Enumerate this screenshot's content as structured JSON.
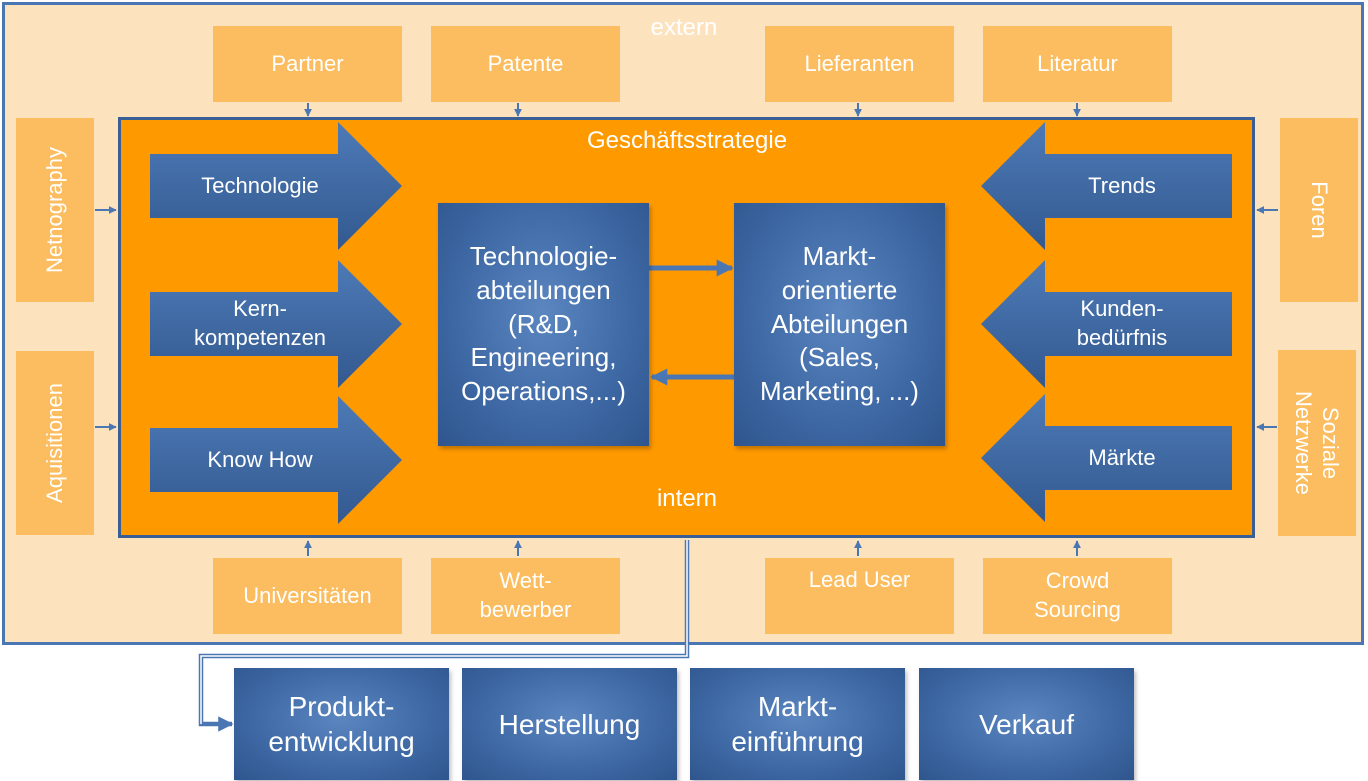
{
  "extern_label": "extern",
  "intern_label": "intern",
  "strategy_label": "Geschäftsstrategie",
  "top_sources": [
    "Partner",
    "Patente",
    "Lieferanten",
    "Literatur"
  ],
  "bottom_sources": [
    [
      "Universitäten"
    ],
    [
      "Wett-",
      "bewerber"
    ],
    [
      "Lead User"
    ],
    [
      "Crowd",
      "Sourcing"
    ]
  ],
  "left_sources": [
    "Netnography",
    "Aquisitionen"
  ],
  "right_sources": [
    [
      "Foren"
    ],
    [
      "Soziale",
      "Netzwerke"
    ]
  ],
  "left_arrows": [
    [
      "Technologie"
    ],
    [
      "Kern-",
      "kompetenzen"
    ],
    [
      "Know How"
    ]
  ],
  "right_arrows": [
    [
      "Trends"
    ],
    [
      "Kunden-",
      "bedürfnis"
    ],
    [
      "Märkte"
    ]
  ],
  "tech_dept": [
    "Technologie-",
    "abteilungen",
    "(R&D,",
    "Engineering,",
    "Operations,...)"
  ],
  "market_dept": [
    "Markt-",
    "orientierte",
    "Abteilungen",
    "(Sales,",
    "Marketing, ...)"
  ],
  "phases": [
    [
      "Produkt-",
      "entwicklung"
    ],
    [
      "Herstellung"
    ],
    [
      "Markt-",
      "einführung"
    ],
    [
      "Verkauf"
    ]
  ],
  "colors": {
    "outer_bg": "#fde3bd",
    "inner_bg": "#ff9900",
    "source_box": "#fbbd5f",
    "dark_blue": "#3f6aa6",
    "line_blue": "#4a77b4"
  }
}
